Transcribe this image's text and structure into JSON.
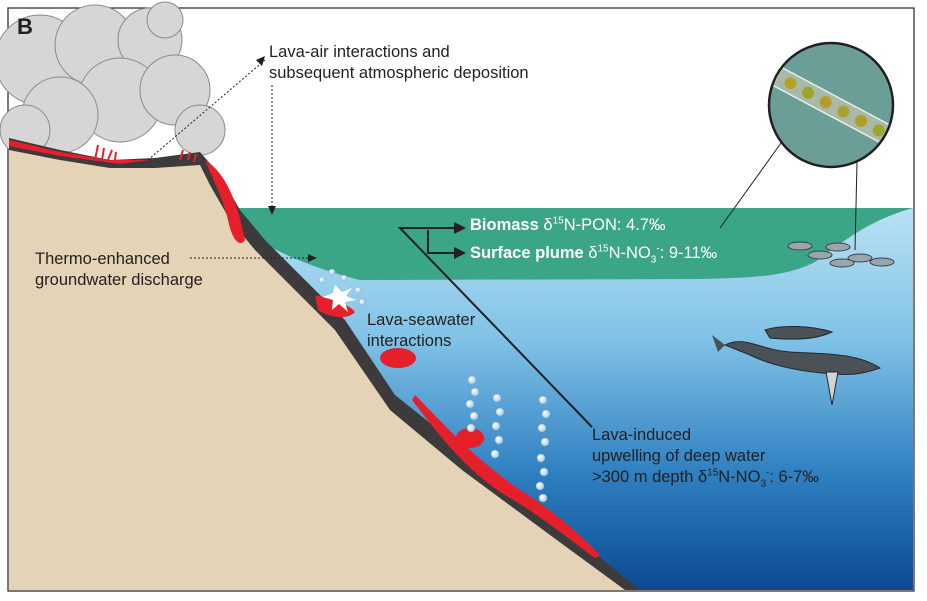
{
  "panel_letter": "B",
  "labels": {
    "lava_air_line1": "Lava-air interactions and",
    "lava_air_line2": "subsequent atmospheric deposition",
    "thermo_line1": "Thermo-enhanced",
    "thermo_line2": "groundwater discharge",
    "lava_sea_line1": "Lava-seawater",
    "lava_sea_line2": "interactions",
    "upwelling_line1": "Lava-induced",
    "upwelling_line2": "upwelling of deep water",
    "depth_prefix": ">300 m depth δ",
    "depth_sup": "15",
    "depth_mid": "N-NO",
    "depth_sub": "3",
    "depth_supm": "-",
    "depth_value": ": 6-7‰",
    "biomass_bold": "Biomass",
    "biomass_delta": " δ",
    "biomass_sup": "15",
    "biomass_rest": "N-PON: 4.7‰",
    "plume_bold": "Surface plume",
    "plume_delta": " δ",
    "plume_sup": "15",
    "plume_mid": "N-NO",
    "plume_sub": "3",
    "plume_supm": "-",
    "plume_value": ": 9-11‰"
  },
  "icons": [
    "volcanic-plume-icon",
    "diatom-micrograph-icon",
    "fish-school-icon",
    "humpback-whale-icon",
    "bubbles-icon",
    "steam-burst-icon"
  ],
  "colors": {
    "land": "#e4d3b6",
    "lava_crust": "#3d3a3b",
    "lava": "#e5202a",
    "plume_green": "#3aa587",
    "ocean_light": "#b9e2f4",
    "ocean_deep": "#0e4e96",
    "smoke": "#d4d4d4"
  }
}
